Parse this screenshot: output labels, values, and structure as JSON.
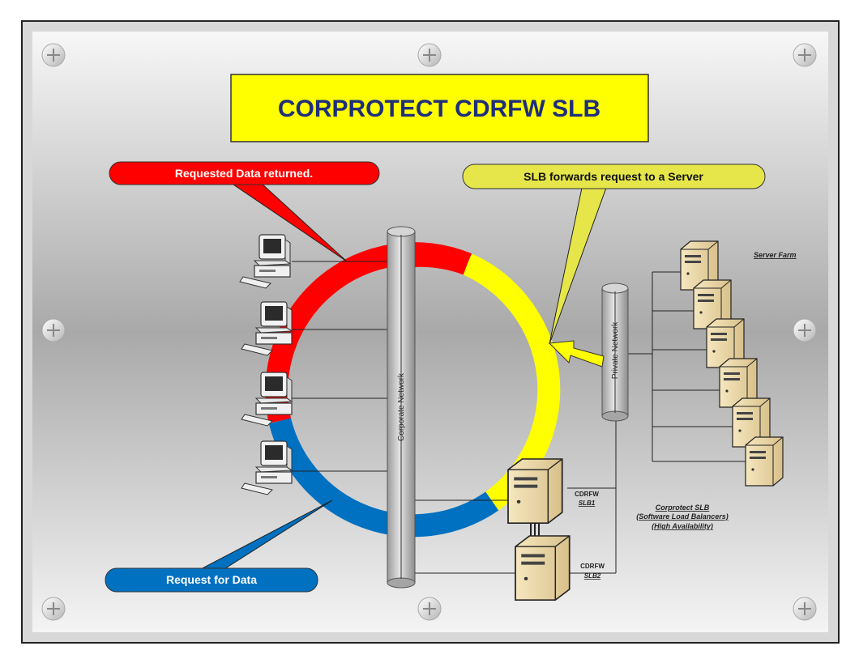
{
  "title": "CORPROTECT CDRFW SLB",
  "callouts": {
    "returned": "Requested Data returned.",
    "forwards": "SLB forwards request to a Server",
    "request": "Request for Data"
  },
  "networks": {
    "corporate": "Corporate Network",
    "private": "Private Network"
  },
  "server_farm_label": "Server Farm",
  "slb1": {
    "name": "CDRFW",
    "id": "SLB1"
  },
  "slb2": {
    "name": "CDRFW",
    "id": "SLB2"
  },
  "slb_caption": [
    "Corprotect SLB",
    "(Software Load Balancers)",
    "(High Availability)"
  ],
  "colors": {
    "red": "#ff0000",
    "yellow": "#ffff00",
    "blue": "#0070c0",
    "title_bg": "#ffff00",
    "title_text": "#1f2e7a",
    "frame": "#d9d9d9"
  }
}
